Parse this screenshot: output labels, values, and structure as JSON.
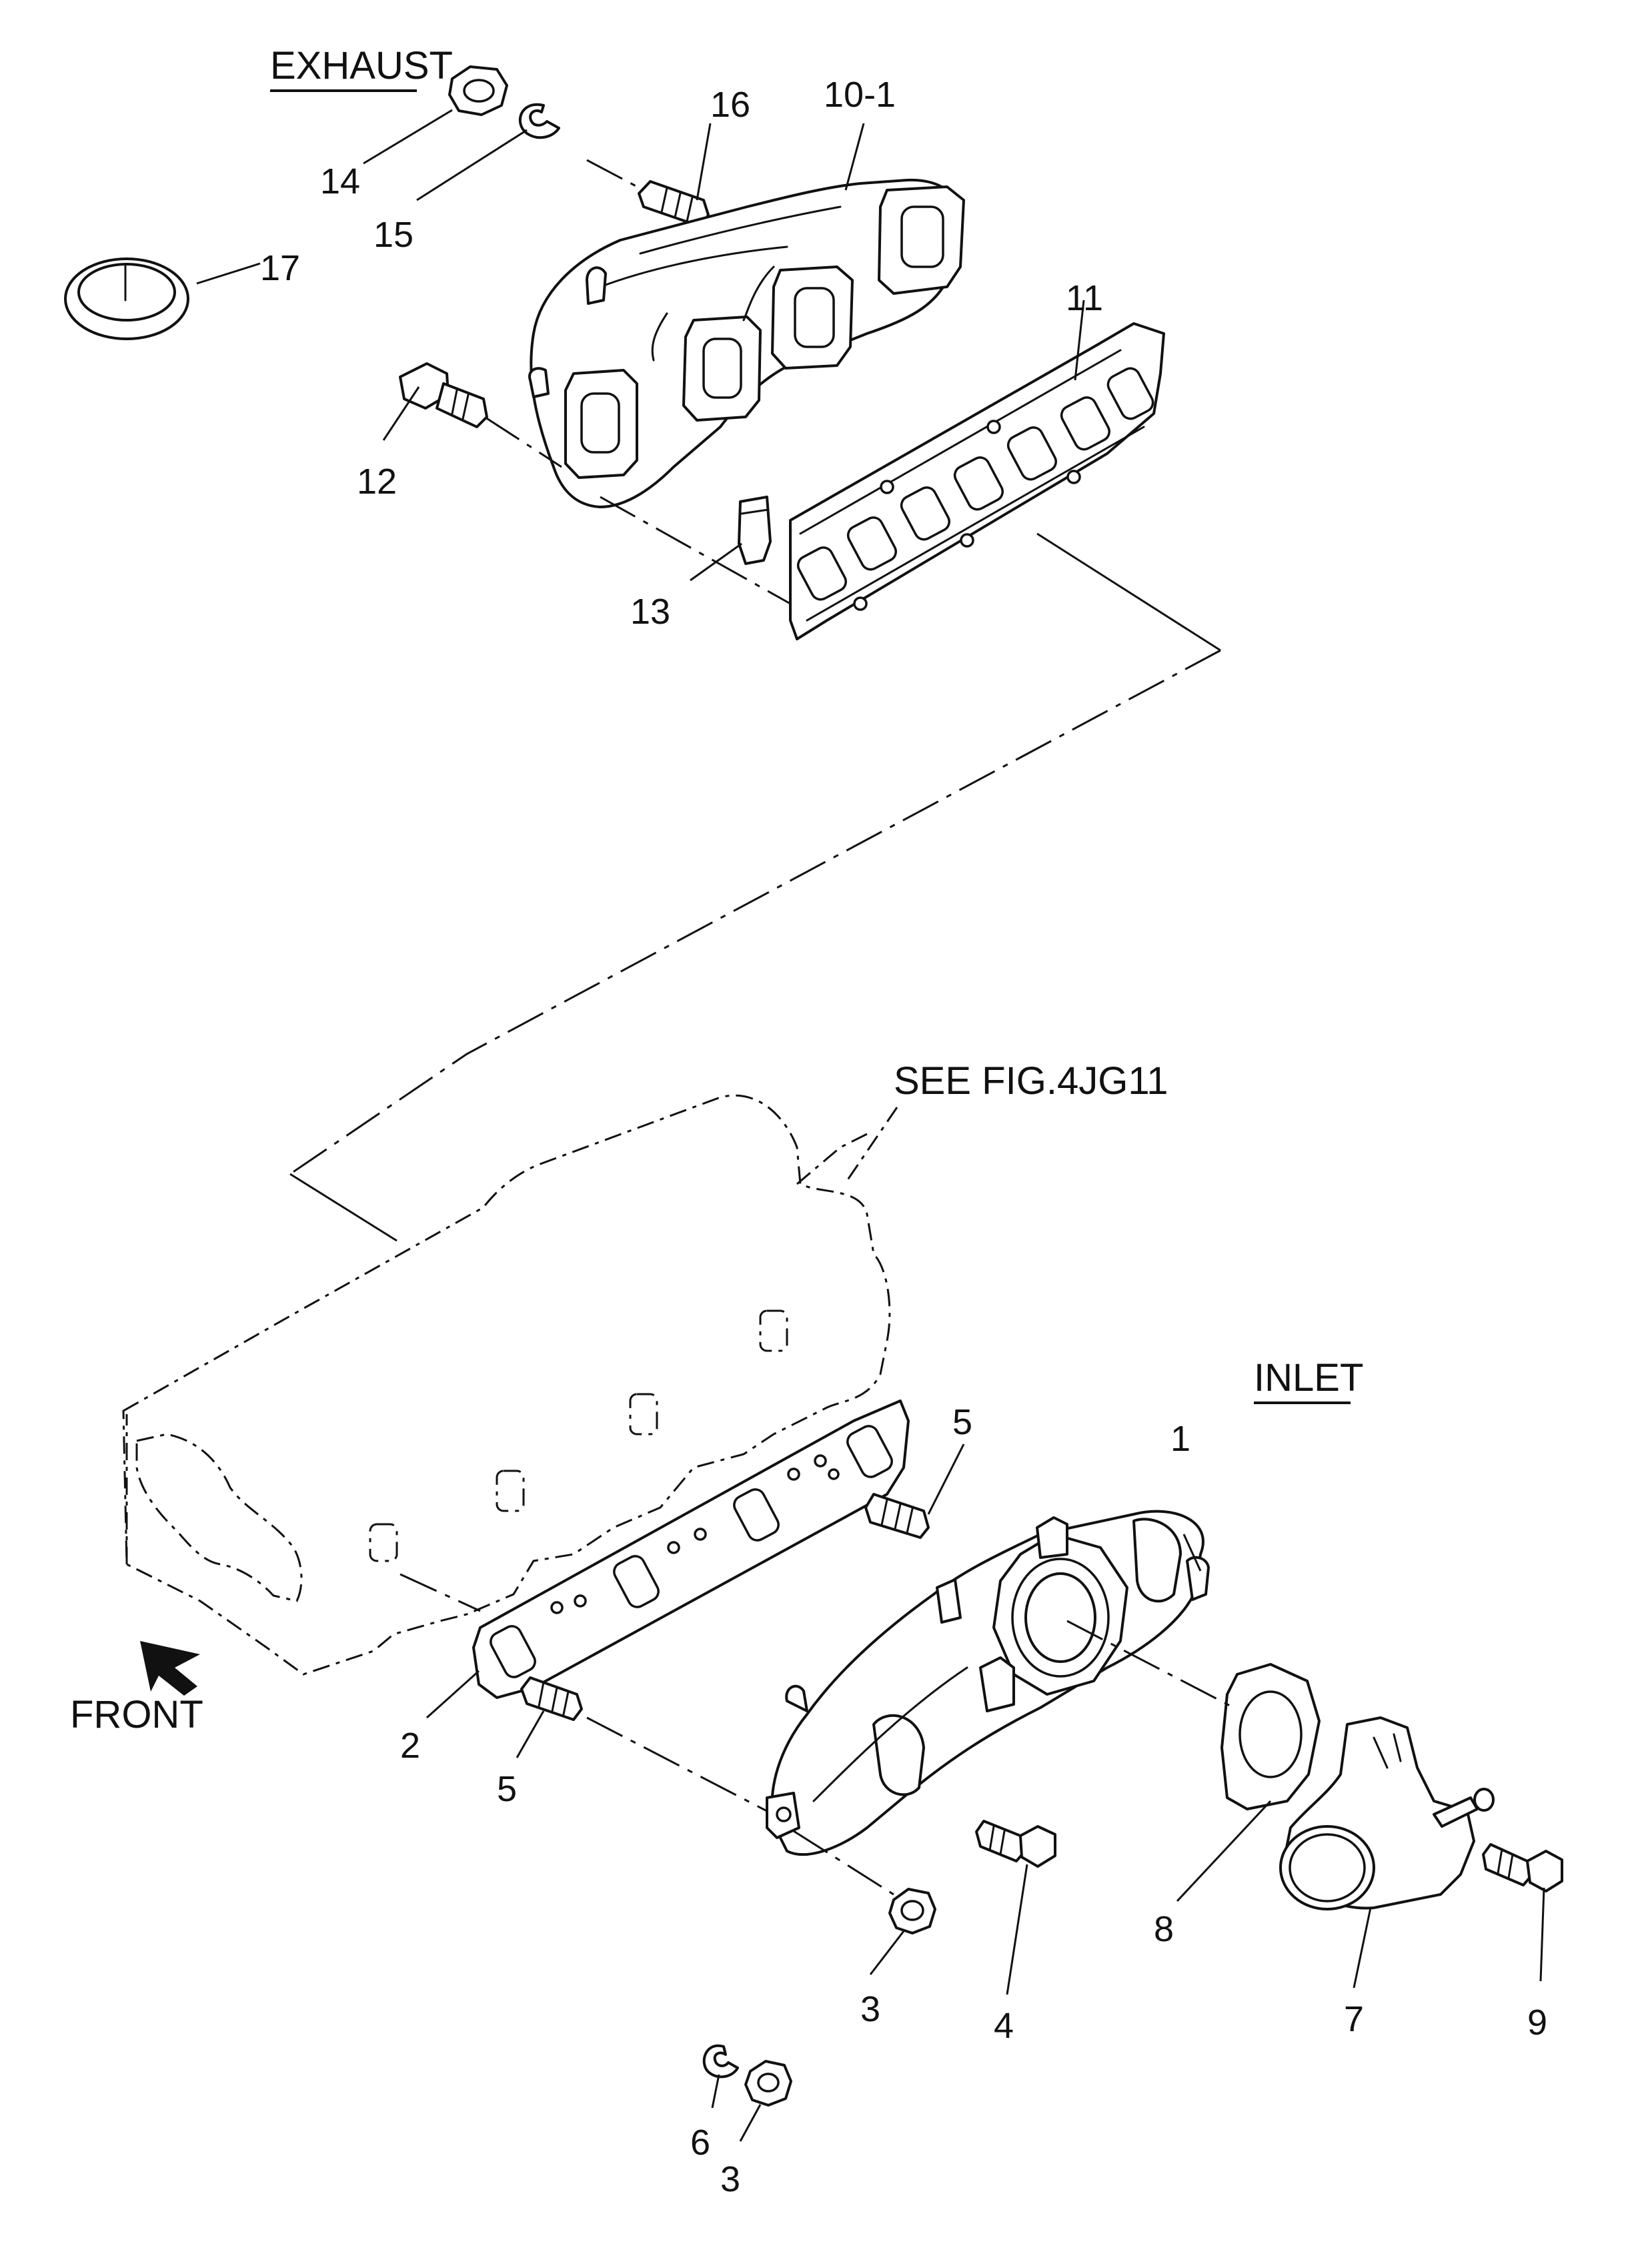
{
  "sections": {
    "exhaust": "EXHAUST",
    "inlet": "INLET",
    "reference": "SEE FIG.4JG11",
    "front": "FRONT"
  },
  "callouts": {
    "c1": "1",
    "c2": "2",
    "c3a": "3",
    "c3b": "3",
    "c4": "4",
    "c5a": "5",
    "c5b": "5",
    "c6": "6",
    "c7": "7",
    "c8": "8",
    "c9": "9",
    "c10_1": "10-1",
    "c11": "11",
    "c12": "12",
    "c13": "13",
    "c14": "14",
    "c15": "15",
    "c16": "16",
    "c17": "17"
  },
  "icons": {
    "front_arrow": "front-arrow-icon"
  },
  "colors": {
    "line": "#111111",
    "background": "#ffffff"
  }
}
